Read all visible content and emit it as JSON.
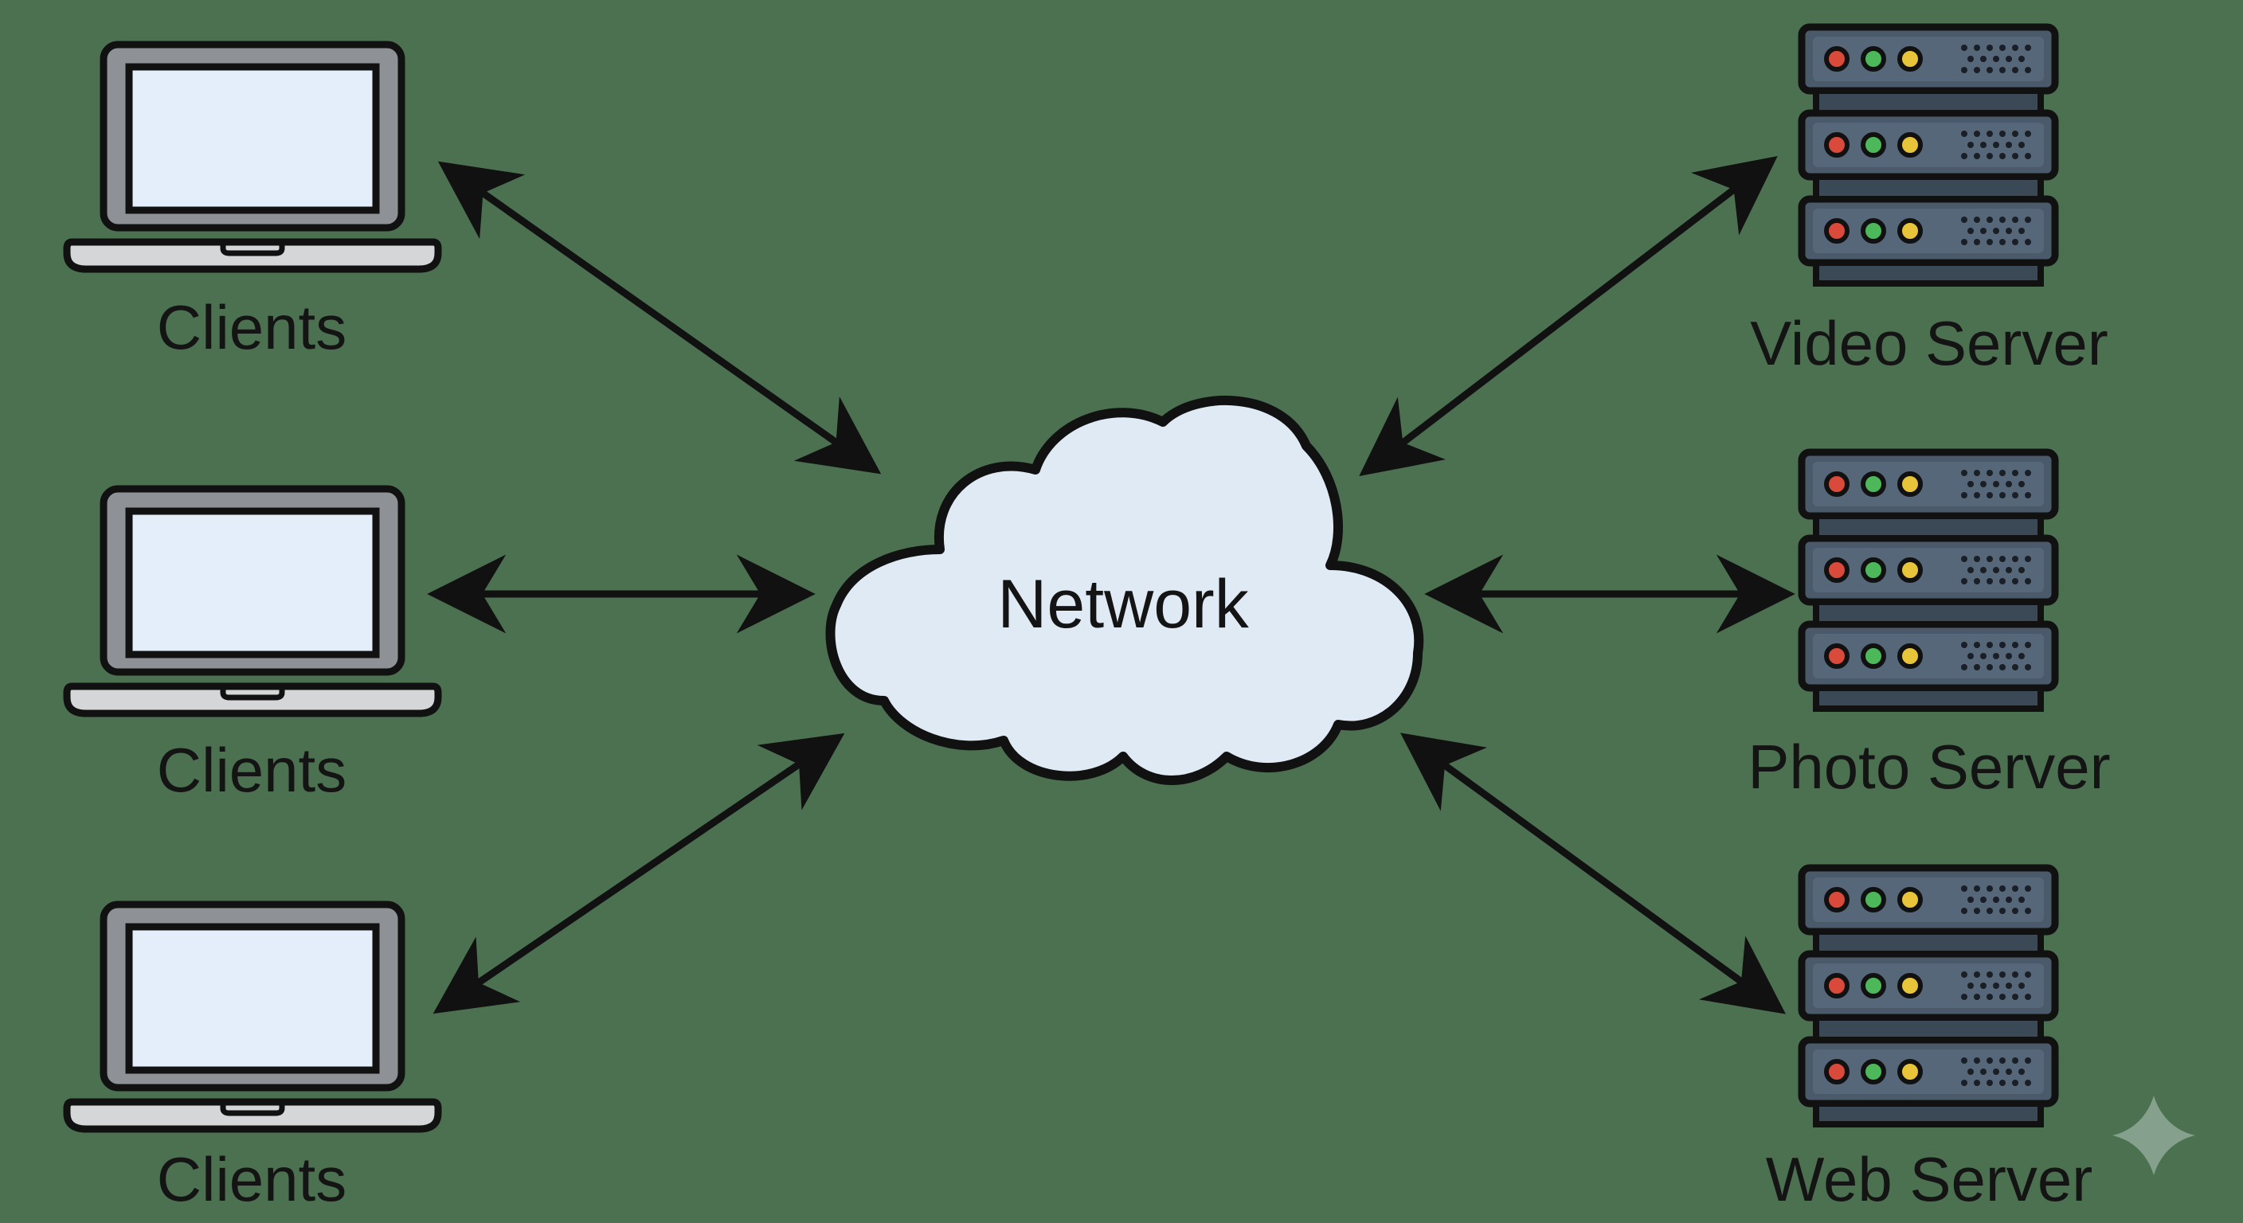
{
  "diagram": {
    "hub": {
      "label": "Network",
      "icon": "cloud-icon"
    },
    "clients": [
      {
        "label": "Clients",
        "icon": "laptop-icon"
      },
      {
        "label": "Clients",
        "icon": "laptop-icon"
      },
      {
        "label": "Clients",
        "icon": "laptop-icon"
      }
    ],
    "servers": [
      {
        "label": "Video Server",
        "icon": "server-rack-icon"
      },
      {
        "label": "Photo Server",
        "icon": "server-rack-icon"
      },
      {
        "label": "Web Server",
        "icon": "server-rack-icon"
      }
    ],
    "connections": [
      {
        "from": "Clients",
        "to": "Network",
        "direction": "bidirectional"
      },
      {
        "from": "Clients",
        "to": "Network",
        "direction": "bidirectional"
      },
      {
        "from": "Clients",
        "to": "Network",
        "direction": "bidirectional"
      },
      {
        "from": "Network",
        "to": "Video Server",
        "direction": "bidirectional"
      },
      {
        "from": "Network",
        "to": "Photo Server",
        "direction": "bidirectional"
      },
      {
        "from": "Network",
        "to": "Web Server",
        "direction": "bidirectional"
      }
    ],
    "colors": {
      "background": "#4c7150",
      "cloud_fill": "#dfeaf5",
      "screen_fill": "#e3eefa",
      "laptop_body": "#8e9296",
      "server_body": "#4a5a6a",
      "led_red": "#d94a3a",
      "led_green": "#4cb85a",
      "led_yellow": "#e8c43a",
      "stroke": "#111111"
    },
    "watermark_icon": "sparkle-icon"
  }
}
